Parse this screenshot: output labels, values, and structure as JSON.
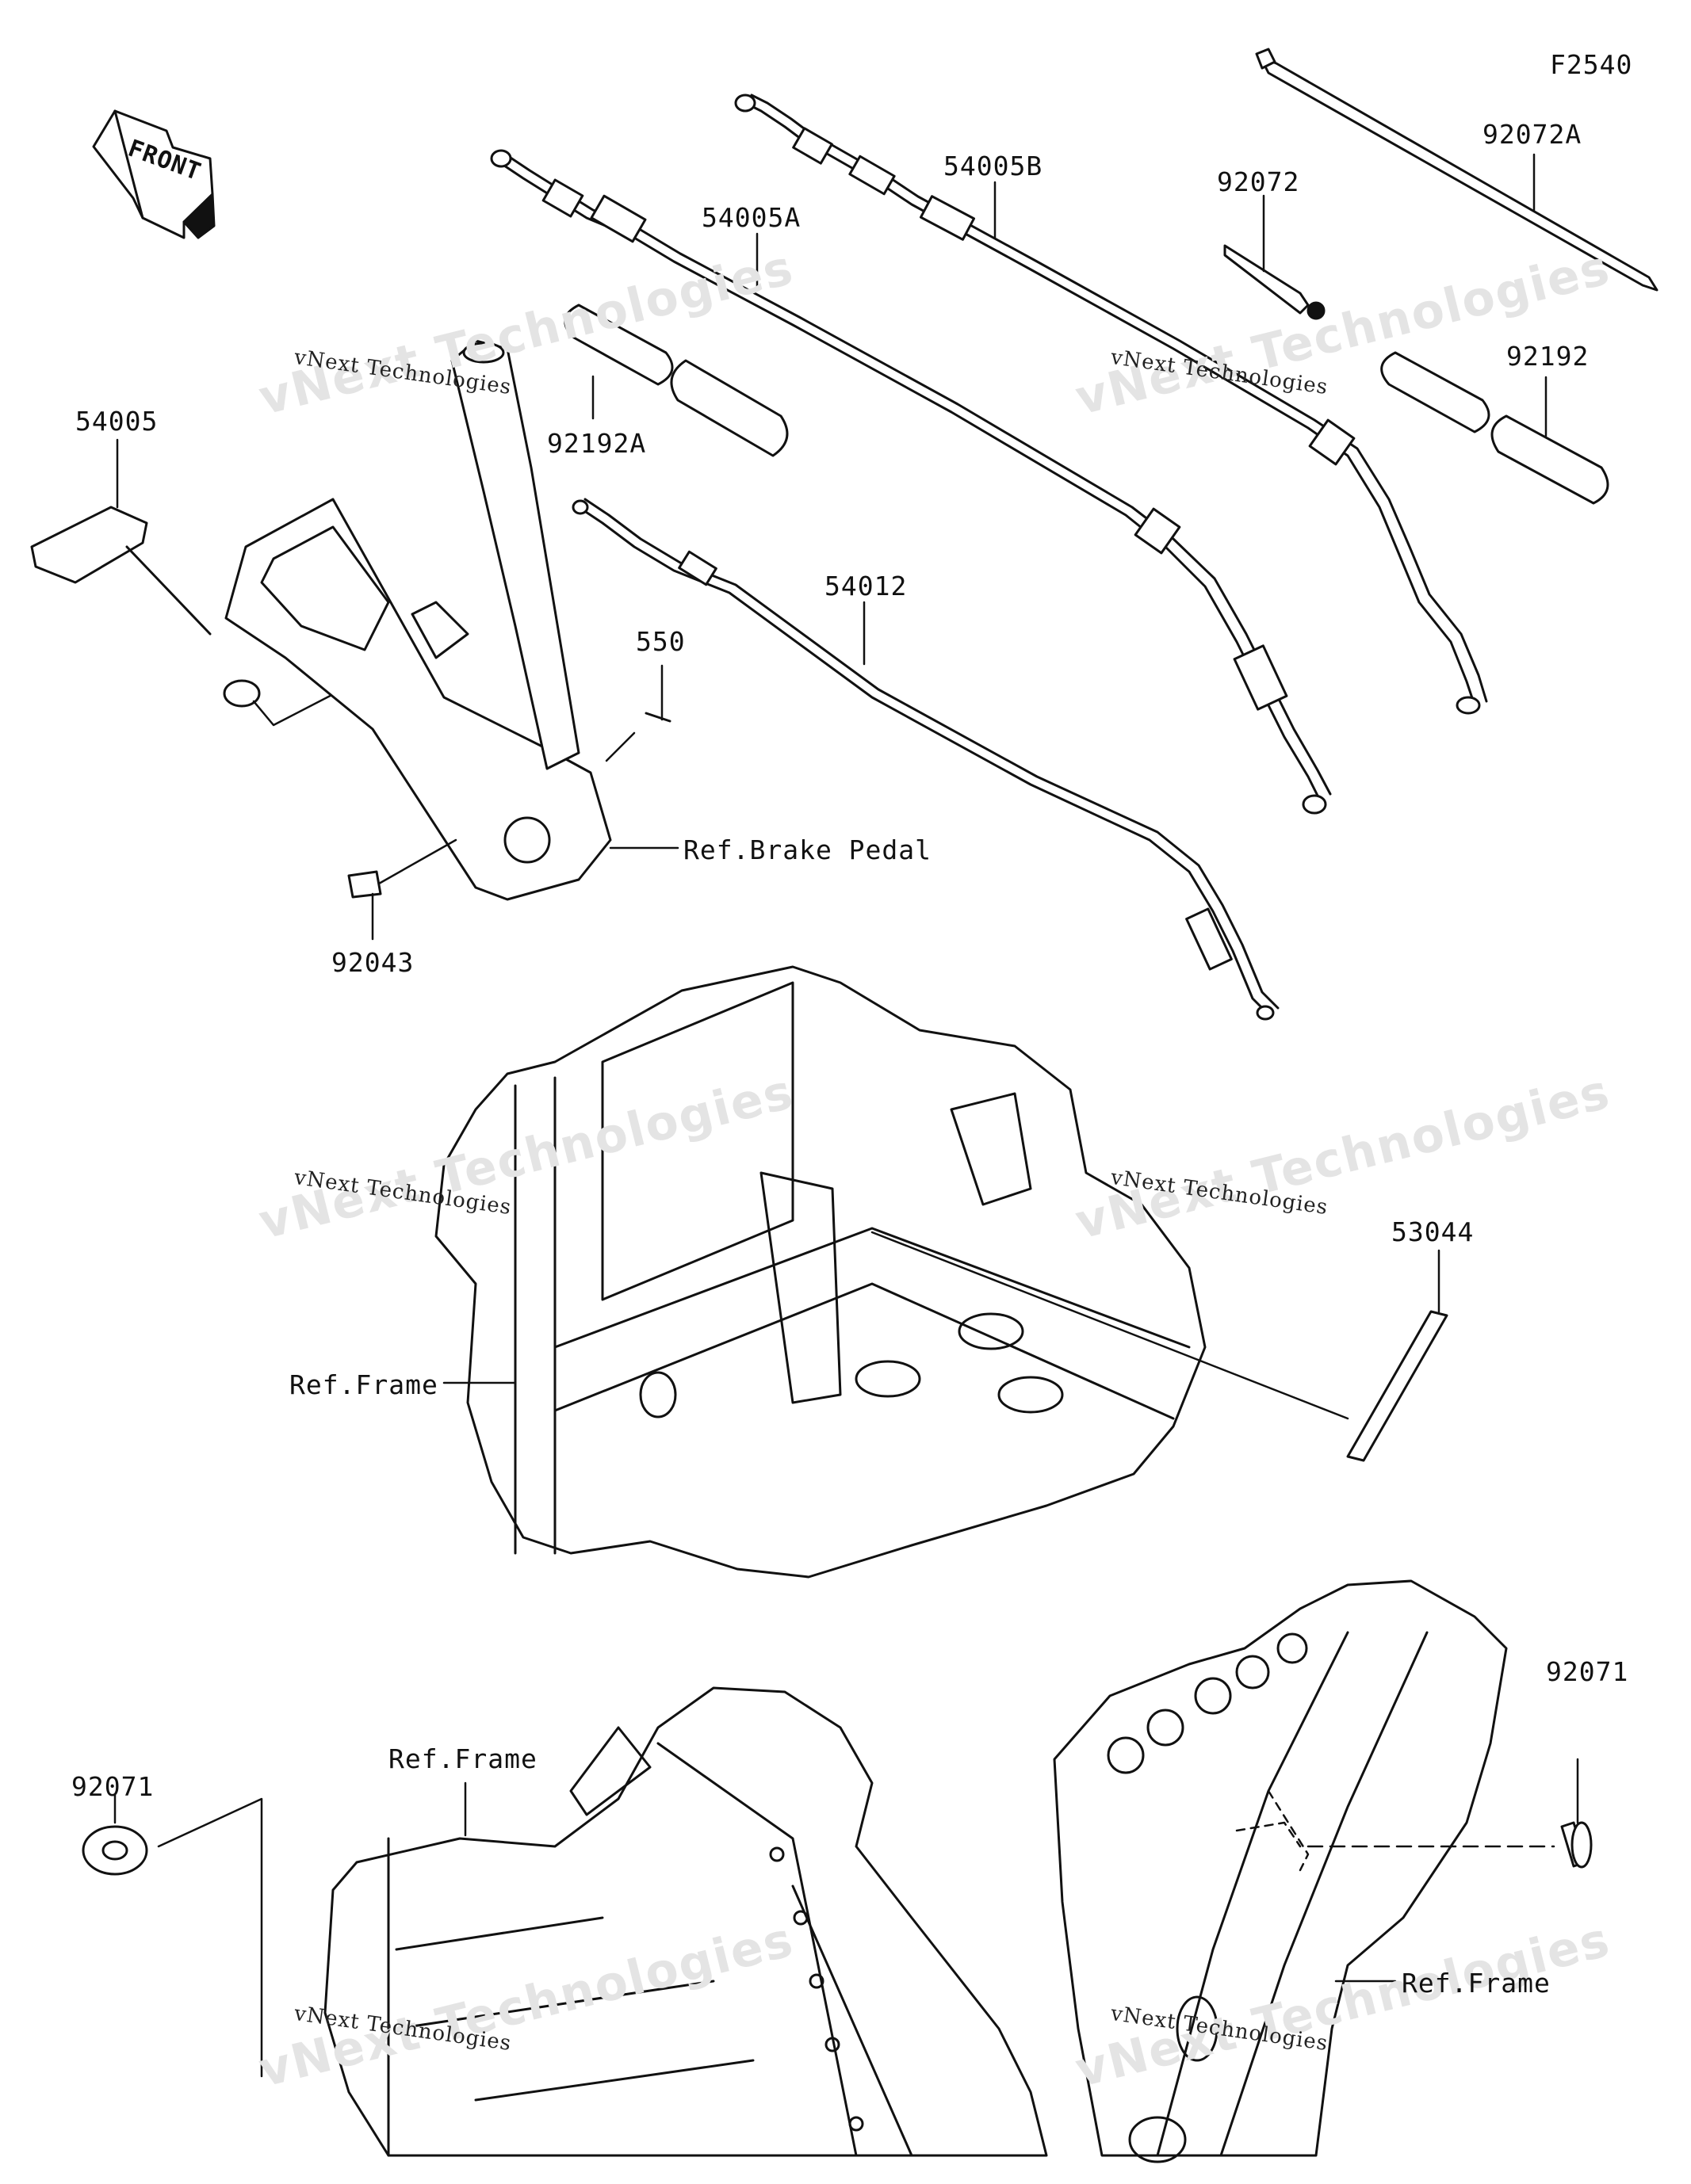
{
  "diagram_code": "F2540",
  "front_arrow_label": "FRONT",
  "watermark": {
    "line1": "vNext Technologies",
    "line2": "vNext Technologies"
  },
  "part_labels": {
    "p54005": "54005",
    "p54005A": "54005A",
    "p54005B": "54005B",
    "p92072": "92072",
    "p92072A": "92072A",
    "p92192": "92192",
    "p92192A": "92192A",
    "p54012": "54012",
    "p550": "550",
    "p92043": "92043",
    "p53044": "53044",
    "p92071_left": "92071",
    "p92071_right": "92071"
  },
  "reference_labels": {
    "brake_pedal": "Ref.Brake Pedal",
    "frame_center": "Ref.Frame",
    "frame_bottom_left": "Ref.Frame",
    "frame_bottom_right": "Ref.Frame"
  }
}
